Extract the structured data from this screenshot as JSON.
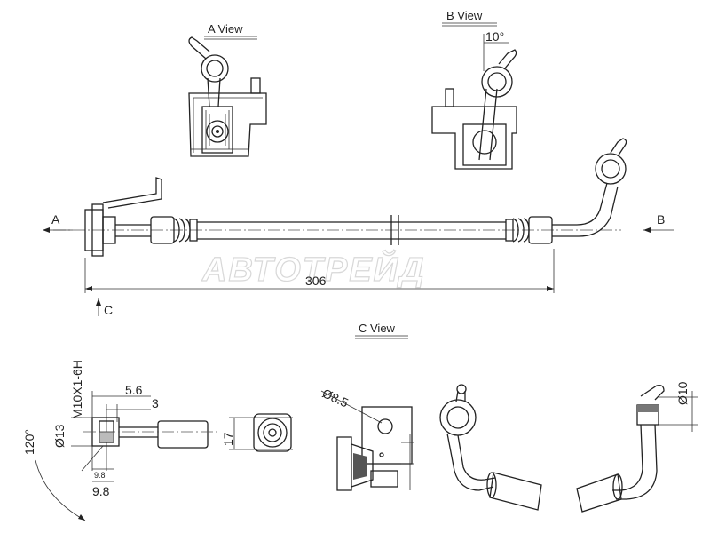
{
  "watermark": "АВТОТРЕЙД",
  "views": {
    "a": "A  View",
    "b": "B  View",
    "c": "C  View"
  },
  "arrows": {
    "a": "A",
    "b": "B",
    "c": "C"
  },
  "dimensions": {
    "length": "306",
    "angle_b": "10°",
    "thread": "M10X1-6H",
    "d13": "Ø13",
    "d56": "5.6",
    "d3": "3",
    "d98_small": "9.8",
    "d98": "9.8",
    "angle_120": "120°",
    "d17": "17",
    "d85": "Ø8.5",
    "d10": "Ø10"
  }
}
